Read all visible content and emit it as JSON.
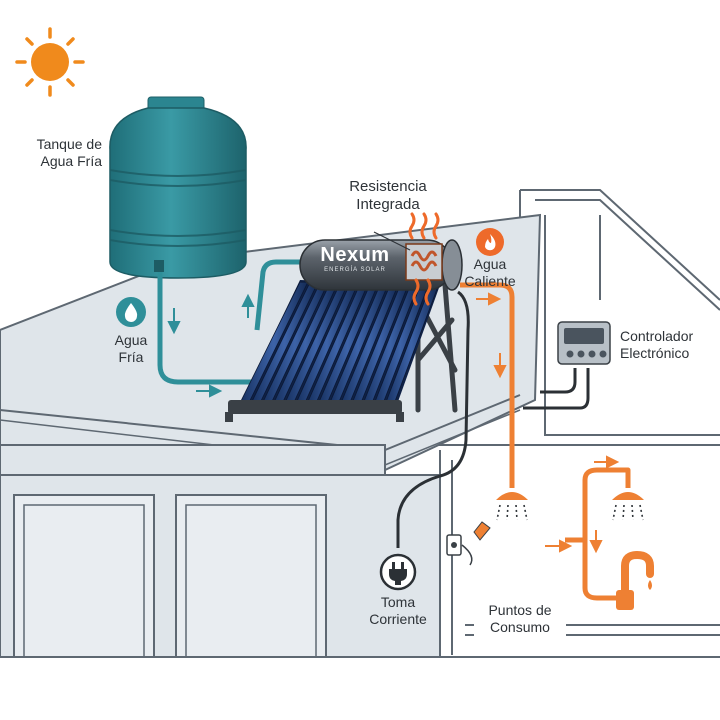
{
  "labels": {
    "tank": [
      "Tanque de",
      "Agua Fría"
    ],
    "cold_water": [
      "Agua",
      "Fría"
    ],
    "resistance": [
      "Resistencia",
      "Integrada"
    ],
    "hot_water": [
      "Agua",
      "Caliente"
    ],
    "controller": [
      "Controlador",
      "Electrónico"
    ],
    "outlet": [
      "Toma",
      "Corriente"
    ],
    "consumption": [
      "Puntos de",
      "Consumo"
    ]
  },
  "brand": {
    "name": "Nexum",
    "tagline": "ENERGÍA SOLAR"
  },
  "colors": {
    "tank": "#2e8a95",
    "hot_pipe": "#ee8033",
    "cold_pipe": "#2f8f99",
    "sun": "#f08a1c",
    "collector": "#1f3e7a",
    "roof": "#dfe5ea",
    "structure_line": "#5e6872"
  },
  "icons": [
    "sun-icon",
    "water-drop-icon",
    "flame-icon",
    "heat-waves-icon",
    "plug-icon",
    "shower-icon",
    "faucet-icon",
    "controller-icon"
  ]
}
